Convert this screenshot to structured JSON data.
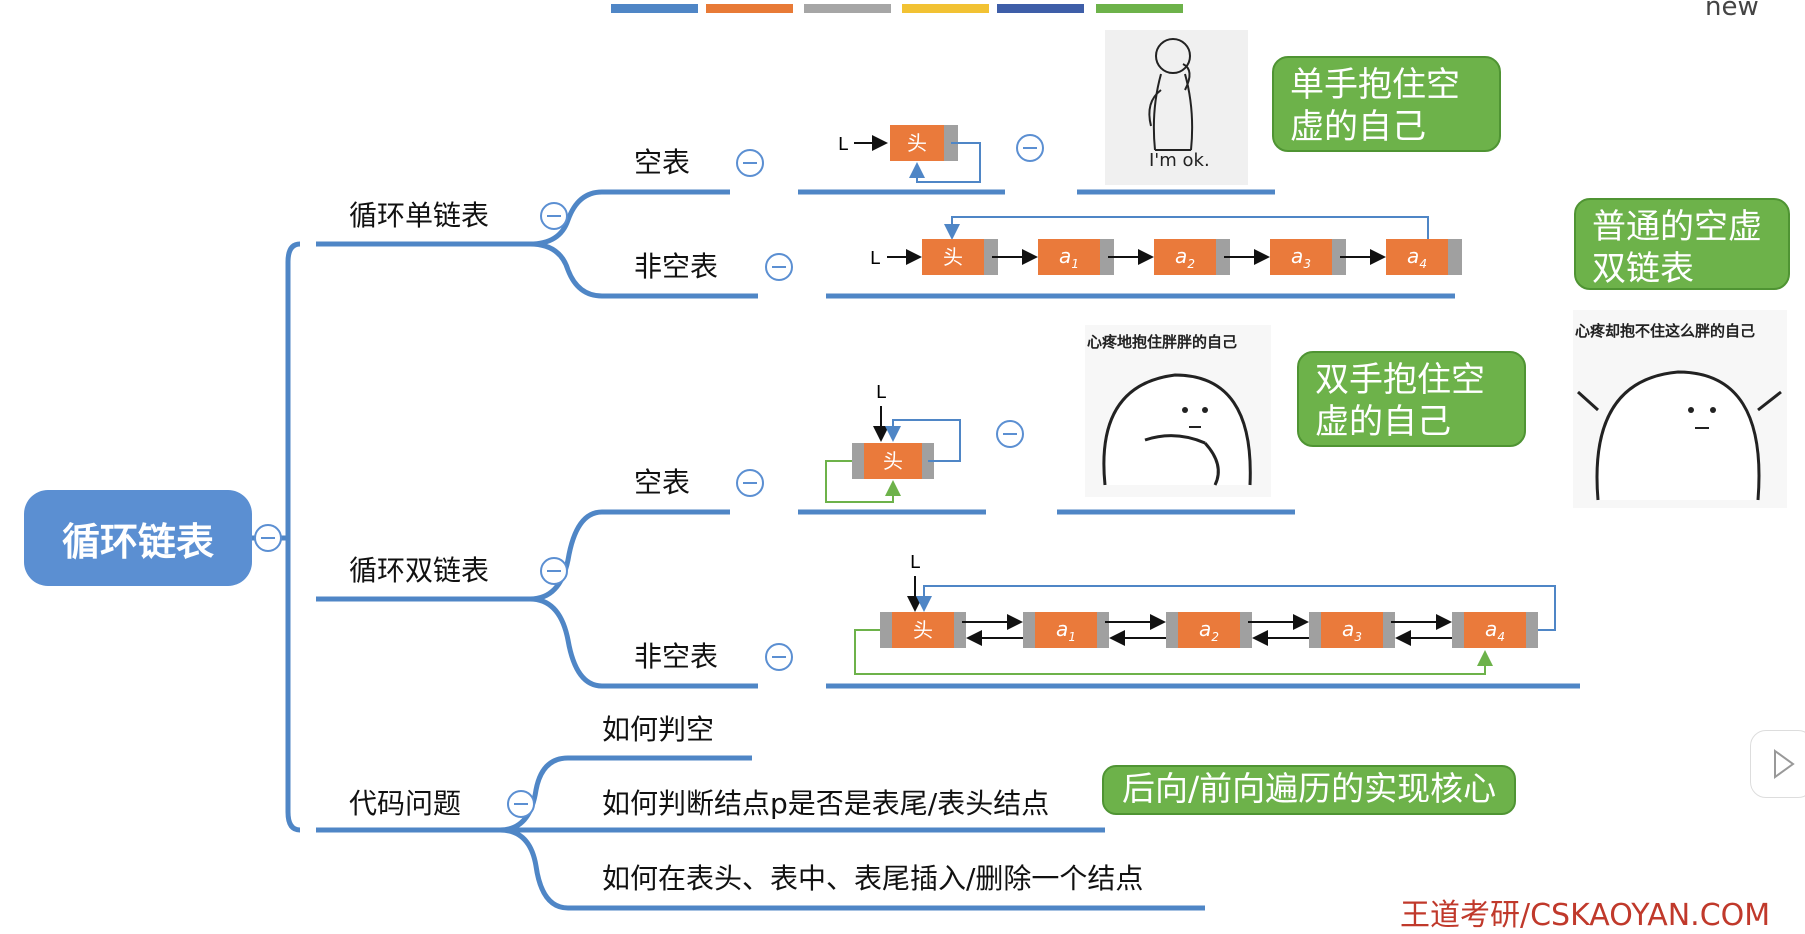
{
  "palette": {
    "blue": "#4f86c6",
    "orange": "#e87a36",
    "gray": "#a6a6a6",
    "yellow": "#f2c233",
    "navy": "#3e5ea8",
    "green": "#6db24a",
    "node_orange": "#ea7a3b",
    "node_gray": "#a0a0a0"
  },
  "top_right_text": "new",
  "root": {
    "label": "循环链表"
  },
  "branches": {
    "single": {
      "label": "循环单链表",
      "empty": "空表",
      "nonempty": "非空表"
    },
    "double": {
      "label": "循环双链表",
      "empty": "空表",
      "nonempty": "非空表"
    },
    "code": {
      "label": "代码问题",
      "q1": "如何判空",
      "q2": "如何判断结点p是否是表尾/表头结点",
      "q3": "如何在表头、表中、表尾插入/删除一个结点"
    }
  },
  "diagram": {
    "pointer": "L",
    "head": "头",
    "nodes": [
      "a1",
      "a2",
      "a3",
      "a4"
    ],
    "node_base": "a",
    "subs": [
      "1",
      "2",
      "3",
      "4"
    ]
  },
  "callouts": {
    "single_hand": "单手抱住空虚的自己",
    "double_hand": "双手抱住空虚的自己",
    "normal_double": "普通的空虚双链表",
    "traverse": "后向/前向遍历的实现核心"
  },
  "memes": {
    "im_ok": "I'm ok.",
    "hug_caption": "心疼地抱住胖胖的自己",
    "cant_hug_caption": "心疼却抱不住这么胖的自己"
  },
  "watermark": "王道考研/CSKAOYAN.COM"
}
